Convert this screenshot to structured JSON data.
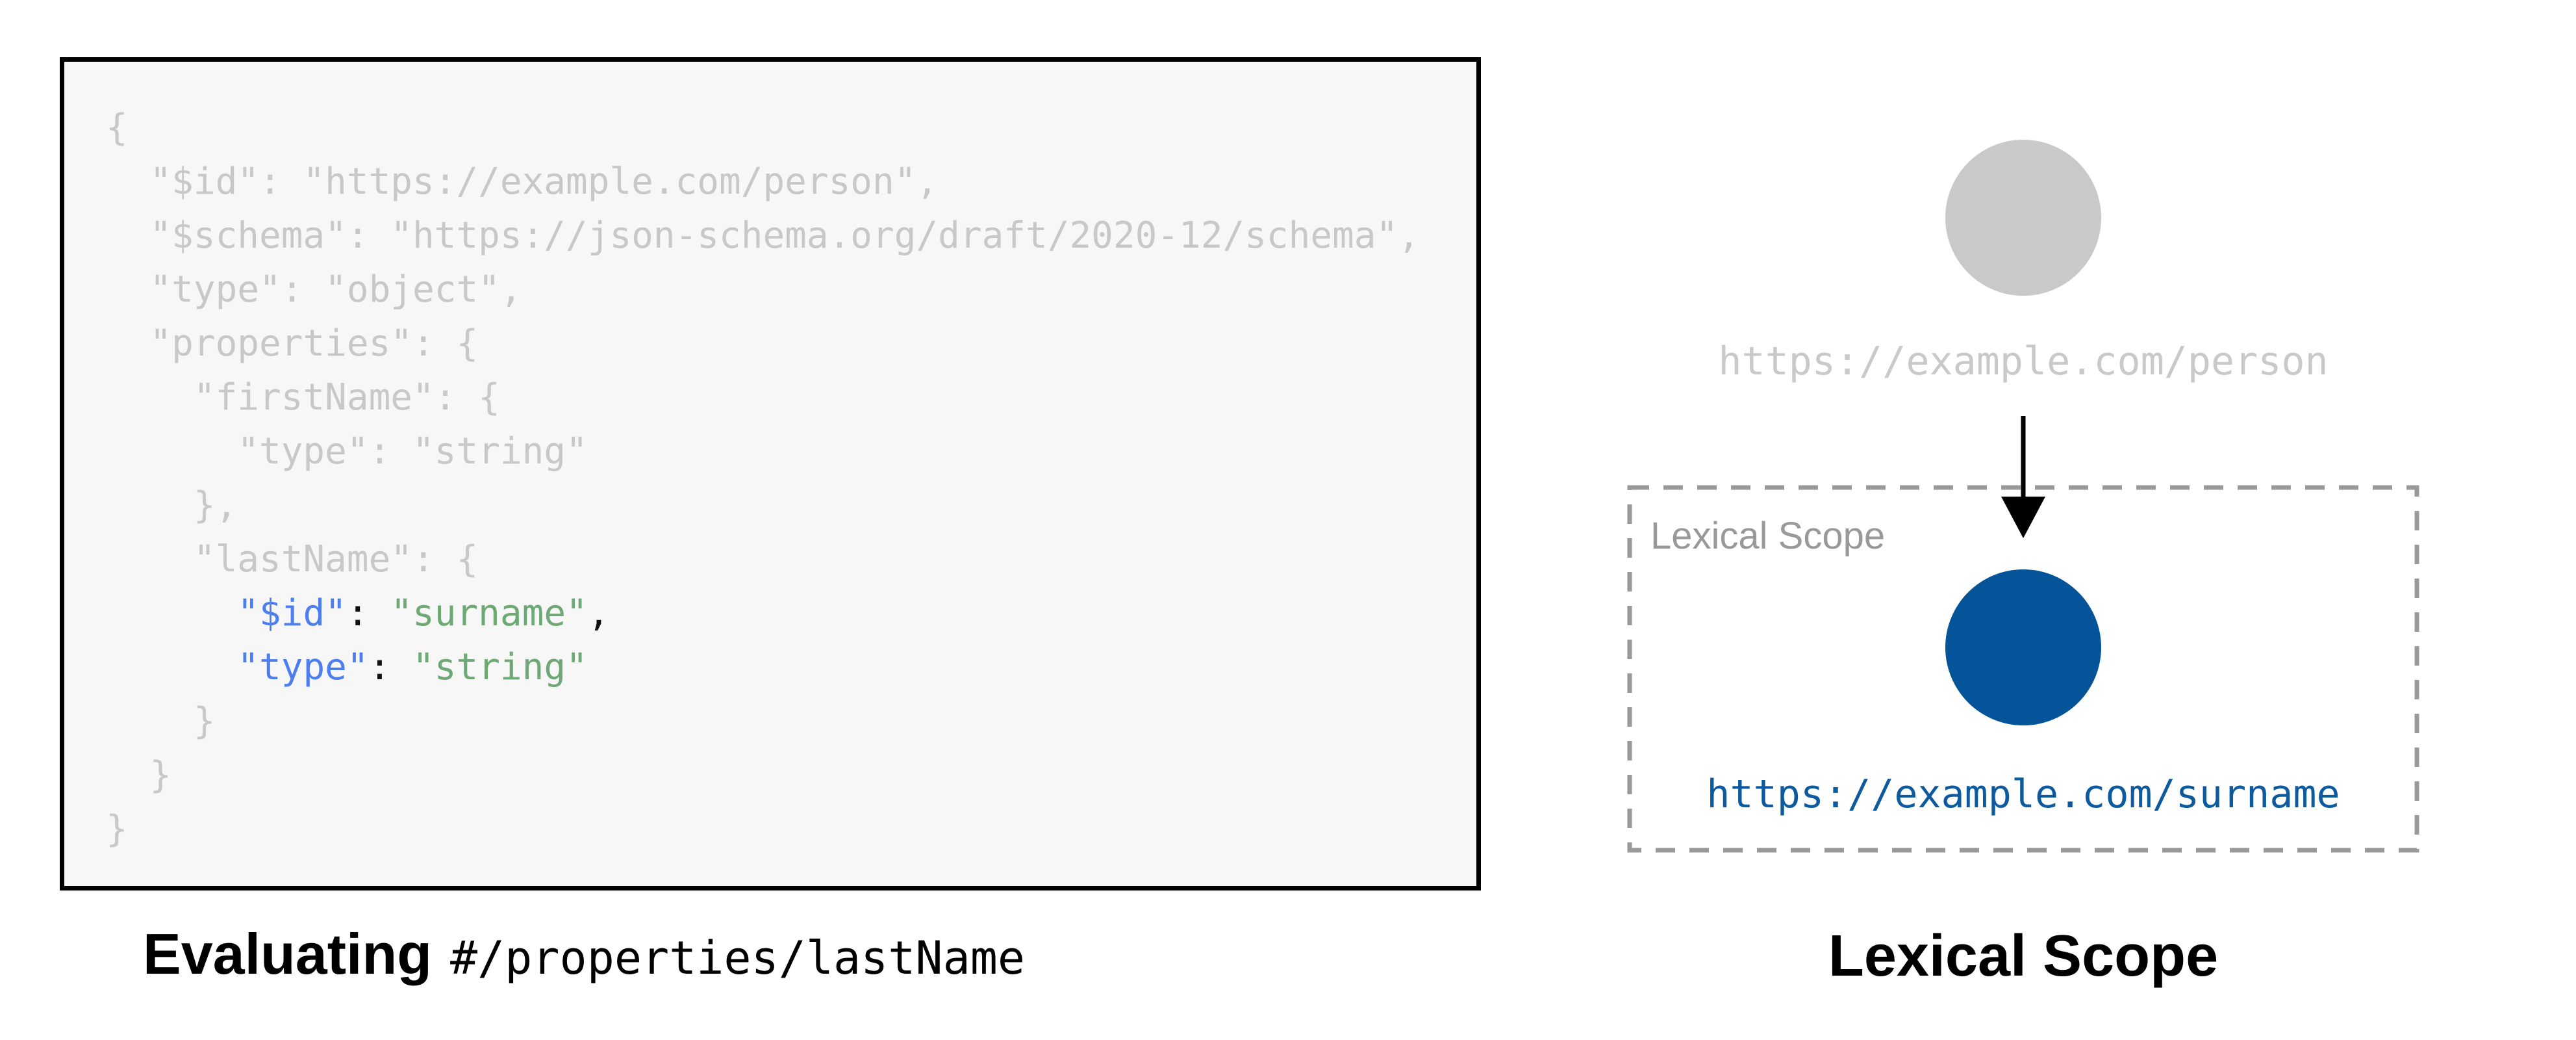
{
  "colors": {
    "code_bg": "#f7f7f7",
    "code_border": "#000000",
    "code_muted": "#c8c8c8",
    "code_key": "#4d7ef0",
    "code_string": "#6da875",
    "code_punct": "#111111",
    "node_gray": "#c9c9c9",
    "node_blue": "#05549a",
    "url_blue": "#0d5a9e",
    "muted_label": "#c9c9c9",
    "scope_gray": "#999999",
    "arrow_black": "#000000",
    "caption_color": "#000000"
  },
  "left_panel": {
    "caption_bold": "Evaluating",
    "caption_mono": "#/properties/lastName",
    "code_lines": [
      [
        {
          "t": "{",
          "c": "muted"
        }
      ],
      [
        {
          "t": "  \"$id\": \"https://example.com/person\",",
          "c": "muted"
        }
      ],
      [
        {
          "t": "  \"$schema\": \"https://json-schema.org/draft/2020-12/schema\",",
          "c": "muted"
        }
      ],
      [
        {
          "t": "  \"type\": \"object\",",
          "c": "muted"
        }
      ],
      [
        {
          "t": "  \"properties\": {",
          "c": "muted"
        }
      ],
      [
        {
          "t": "    \"firstName\": {",
          "c": "muted"
        }
      ],
      [
        {
          "t": "      \"type\": \"string\"",
          "c": "muted"
        }
      ],
      [
        {
          "t": "    },",
          "c": "muted"
        }
      ],
      [
        {
          "t": "    \"lastName\": {",
          "c": "muted"
        }
      ],
      [
        {
          "t": "      ",
          "c": "muted"
        },
        {
          "t": "\"$id\"",
          "c": "key"
        },
        {
          "t": ": ",
          "c": "punct"
        },
        {
          "t": "\"surname\"",
          "c": "str"
        },
        {
          "t": ",",
          "c": "punct"
        }
      ],
      [
        {
          "t": "      ",
          "c": "muted"
        },
        {
          "t": "\"type\"",
          "c": "key"
        },
        {
          "t": ": ",
          "c": "punct"
        },
        {
          "t": "\"string\"",
          "c": "str"
        }
      ],
      [
        {
          "t": "    }",
          "c": "muted"
        }
      ],
      [
        {
          "t": "  }",
          "c": "muted"
        }
      ],
      [
        {
          "t": "}",
          "c": "muted"
        }
      ]
    ]
  },
  "right_panel": {
    "parent_label": "https://example.com/person",
    "scope_box_label": "Lexical Scope",
    "child_label": "https://example.com/surname",
    "caption": "Lexical Scope"
  }
}
